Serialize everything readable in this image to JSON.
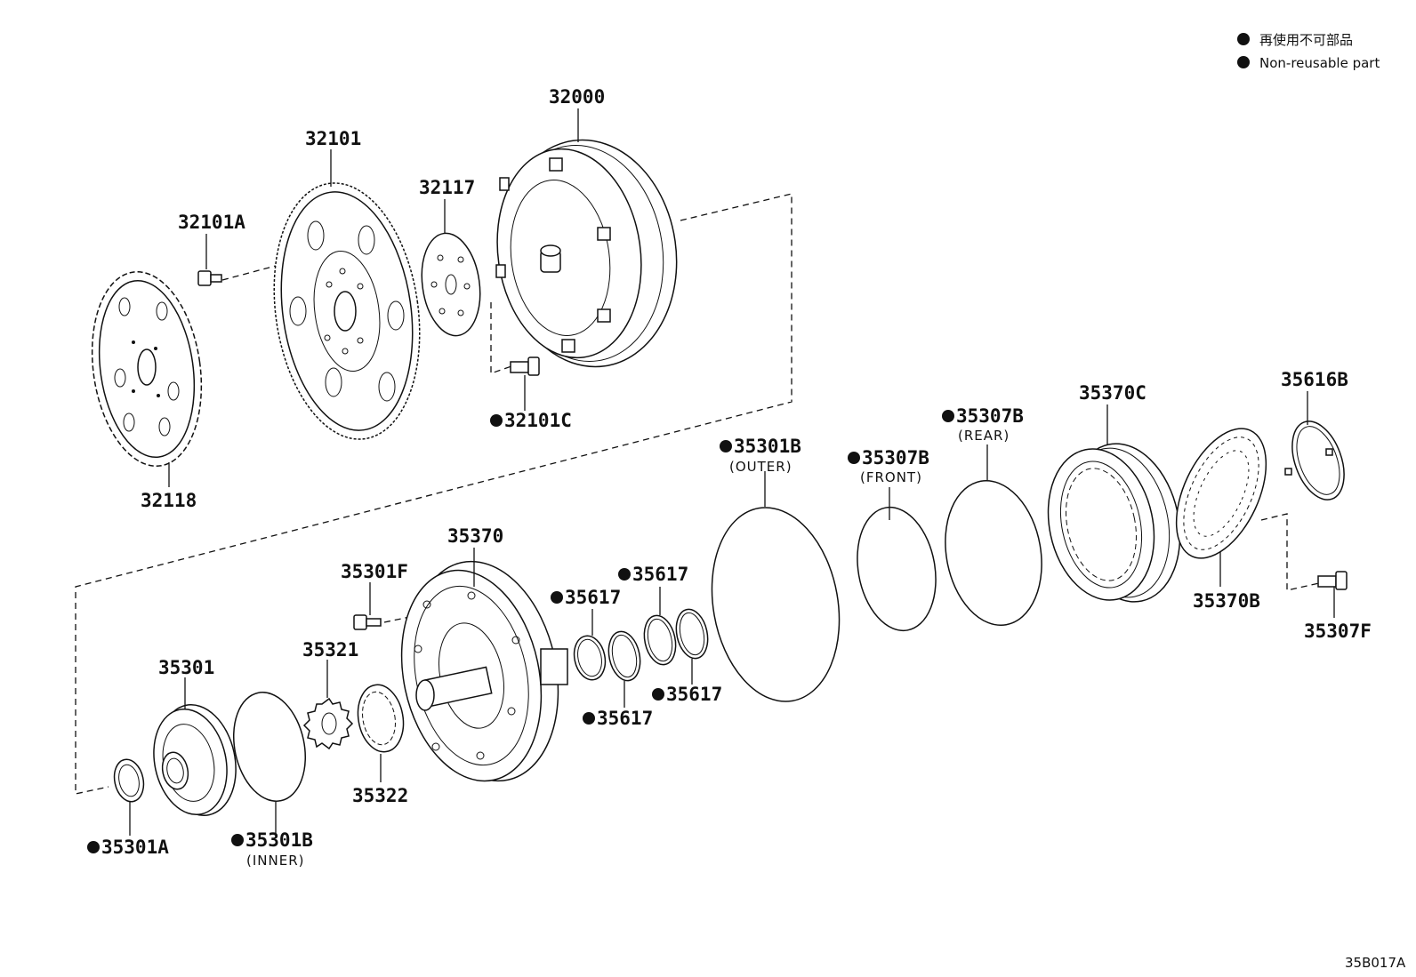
{
  "legend": {
    "line_jp": "再使用不可部品",
    "line_en": "Non-reusable part"
  },
  "diagram_code": "35B017A",
  "parts": {
    "p32000": "32000",
    "p32101": "32101",
    "p32101A": "32101A",
    "p32117": "32117",
    "p32118": "32118",
    "p32101C": "32101C",
    "p35301B_outer": "35301B",
    "p35301B_outer_note": "(OUTER)",
    "p35307B_front": "35307B",
    "p35307B_front_note": "(FRONT)",
    "p35307B_rear": "35307B",
    "p35307B_rear_note": "(REAR)",
    "p35370C": "35370C",
    "p35616B": "35616B",
    "p35370B": "35370B",
    "p35307F": "35307F",
    "p35370": "35370",
    "p35301F": "35301F",
    "p35617_a": "35617",
    "p35617_b": "35617",
    "p35617_c": "35617",
    "p35617_d": "35617",
    "p35301": "35301",
    "p35321": "35321",
    "p35322": "35322",
    "p35301A": "35301A",
    "p35301B_inner": "35301B",
    "p35301B_inner_note": "(INNER)"
  }
}
